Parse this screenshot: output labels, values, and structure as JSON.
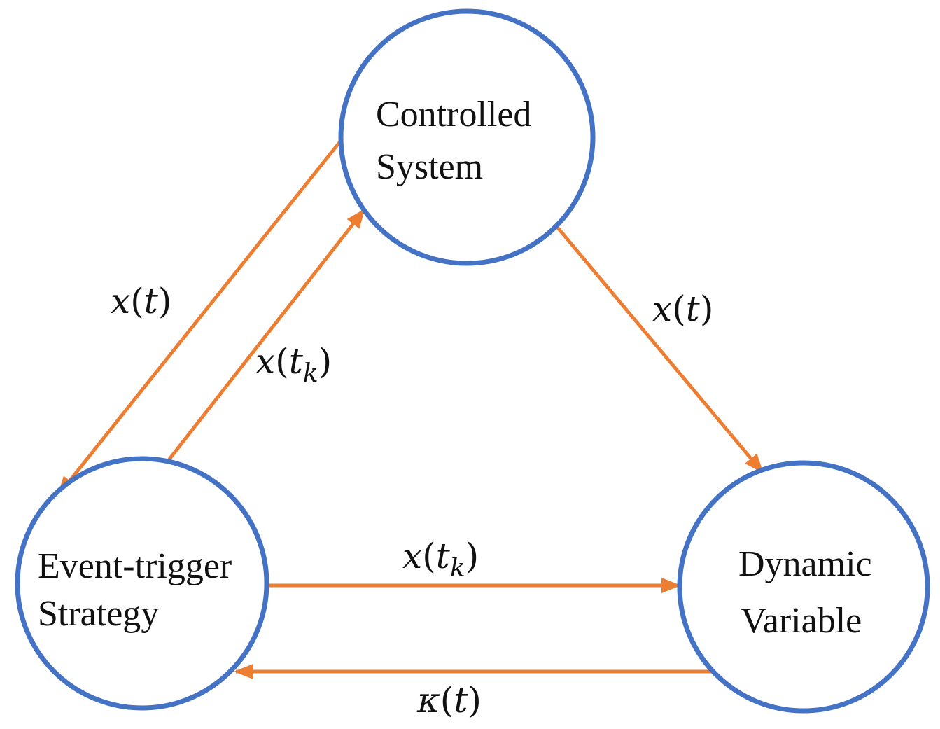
{
  "colors": {
    "node_stroke": "#4472C4",
    "arrow": "#ED7D31"
  },
  "nodes": {
    "controlled_system": {
      "line1": "Controlled",
      "line2": "System"
    },
    "event_trigger": {
      "line1": "Event-trigger",
      "line2": "Strategy"
    },
    "dynamic_variable": {
      "line1": "Dynamic",
      "line2": "Variable"
    }
  },
  "edges": {
    "system_to_trigger": {
      "symbol": "x",
      "arg": "t",
      "sub": ""
    },
    "trigger_to_system": {
      "symbol": "x",
      "arg": "t",
      "sub": "k"
    },
    "system_to_dynamic": {
      "symbol": "x",
      "arg": "t",
      "sub": ""
    },
    "trigger_to_dynamic": {
      "symbol": "x",
      "arg": "t",
      "sub": "k"
    },
    "dynamic_to_trigger": {
      "symbol": "κ",
      "arg": "t",
      "sub": ""
    }
  },
  "paren_open": "(",
  "paren_close": ")"
}
